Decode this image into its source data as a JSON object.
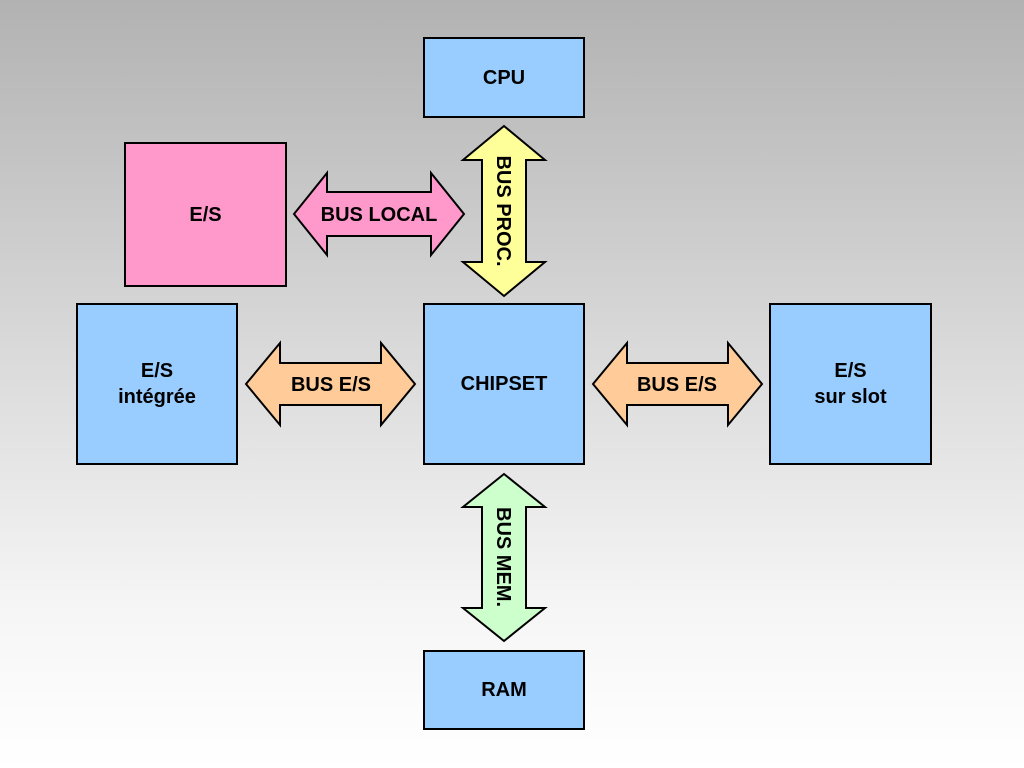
{
  "nodes": {
    "cpu": "CPU",
    "chipset": "CHIPSET",
    "ram": "RAM",
    "es_local": "E/S",
    "es_integree": "E/S\nintégrée",
    "es_slot": "E/S\nsur slot"
  },
  "buses": {
    "bus_local": "BUS LOCAL",
    "bus_proc": "BUS PROC.",
    "bus_es_left": "BUS E/S",
    "bus_es_right": "BUS E/S",
    "bus_mem": "BUS MEM."
  },
  "colors": {
    "box_blue": "#99ccff",
    "box_pink": "#ff99cc",
    "arrow_pink": "#ff99cc",
    "arrow_yellow": "#ffff99",
    "arrow_orange": "#ffcc99",
    "arrow_green": "#ccffcc"
  }
}
